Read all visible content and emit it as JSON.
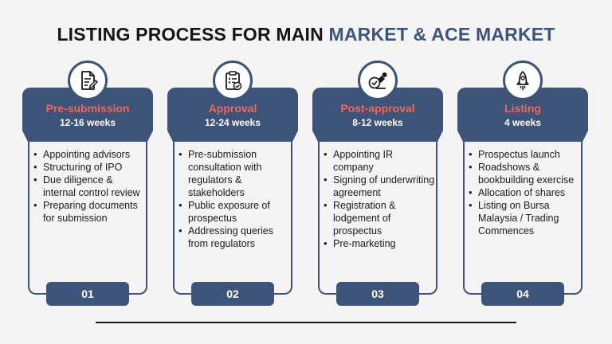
{
  "title": {
    "main": "LISTING PROCESS FOR MAIN ",
    "accent": "MARKET & ACE MARKET"
  },
  "colors": {
    "navy": "#3d5478",
    "coral": "#f0665a",
    "text": "#1a1a1a"
  },
  "steps": [
    {
      "icon": "document-edit-icon",
      "stage": "Pre-submission",
      "duration": "12-16 weeks",
      "items": [
        "Appointing advisors",
        "Structuring of IPO",
        "Due diligence & internal control review",
        "Preparing documents for submission"
      ],
      "number": "01"
    },
    {
      "icon": "clipboard-check-icon",
      "stage": "Approval",
      "duration": "12-24 weeks",
      "items": [
        "Pre-submission consultation with regulators & stakeholders",
        "Public exposure of prospectus",
        "Addressing queries from regulators"
      ],
      "number": "02"
    },
    {
      "icon": "approval-stamp-icon",
      "stage": "Post-approval",
      "duration": "8-12 weeks",
      "items": [
        "Appointing IR company",
        "Signing of underwriting agreement",
        "Registration & lodgement of prospectus",
        "Pre-marketing"
      ],
      "number": "03"
    },
    {
      "icon": "rocket-icon",
      "stage": "Listing",
      "duration": "4 weeks",
      "items": [
        "Prospectus launch",
        "Roadshows & bookbuilding exercise",
        "Allocation of shares",
        "Listing on Bursa Malaysia / Trading Commences"
      ],
      "number": "04"
    }
  ]
}
